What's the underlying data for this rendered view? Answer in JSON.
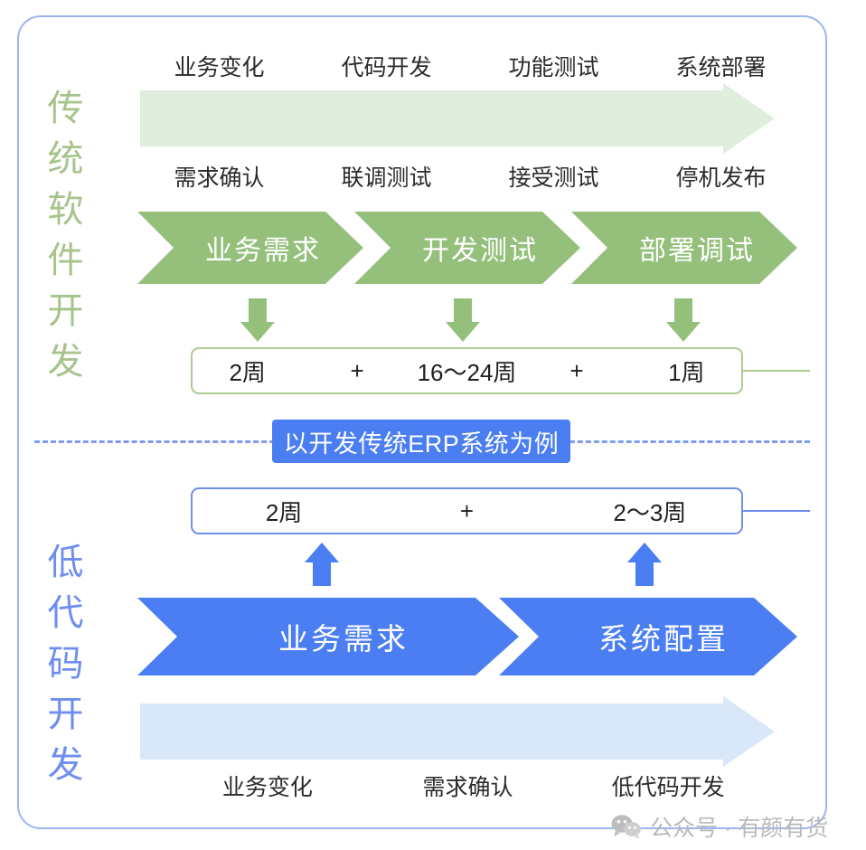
{
  "diagram": {
    "title_traditional": "传统软件开发",
    "title_lowcode": "低代码开发",
    "example_badge": "以开发传统ERP系统为例",
    "colors": {
      "green_dark": "#94c07c",
      "green_light": "#dfeedd",
      "green_label": "#a7c48c",
      "green_border": "#a9cb92",
      "blue_dark": "#4b7ef2",
      "blue_light": "#d9e8f8",
      "blue_label": "#6e8ef0",
      "frame": "#9cb4f2"
    }
  },
  "traditional": {
    "side_label_chars": [
      "传",
      "统",
      "软",
      "件",
      "开",
      "发"
    ],
    "top_labels": [
      "业务变化",
      "代码开发",
      "功能测试",
      "系统部署"
    ],
    "mid_labels": [
      "需求确认",
      "联调测试",
      "接受测试",
      "停机发布"
    ],
    "phases": [
      "业务需求",
      "开发测试",
      "部署调试"
    ],
    "duration_cells": [
      "2周",
      "+",
      "16～24周",
      "+",
      "1周"
    ]
  },
  "lowcode": {
    "side_label_chars": [
      "低",
      "代",
      "码",
      "开",
      "发"
    ],
    "phases": [
      "业务需求",
      "系统配置"
    ],
    "duration_cells": [
      "2周",
      "+",
      "2～3周"
    ],
    "bottom_labels": [
      "业务变化",
      "需求确认",
      "低代码开发"
    ]
  },
  "watermark": {
    "text": "公众号 · 有颜有货"
  }
}
